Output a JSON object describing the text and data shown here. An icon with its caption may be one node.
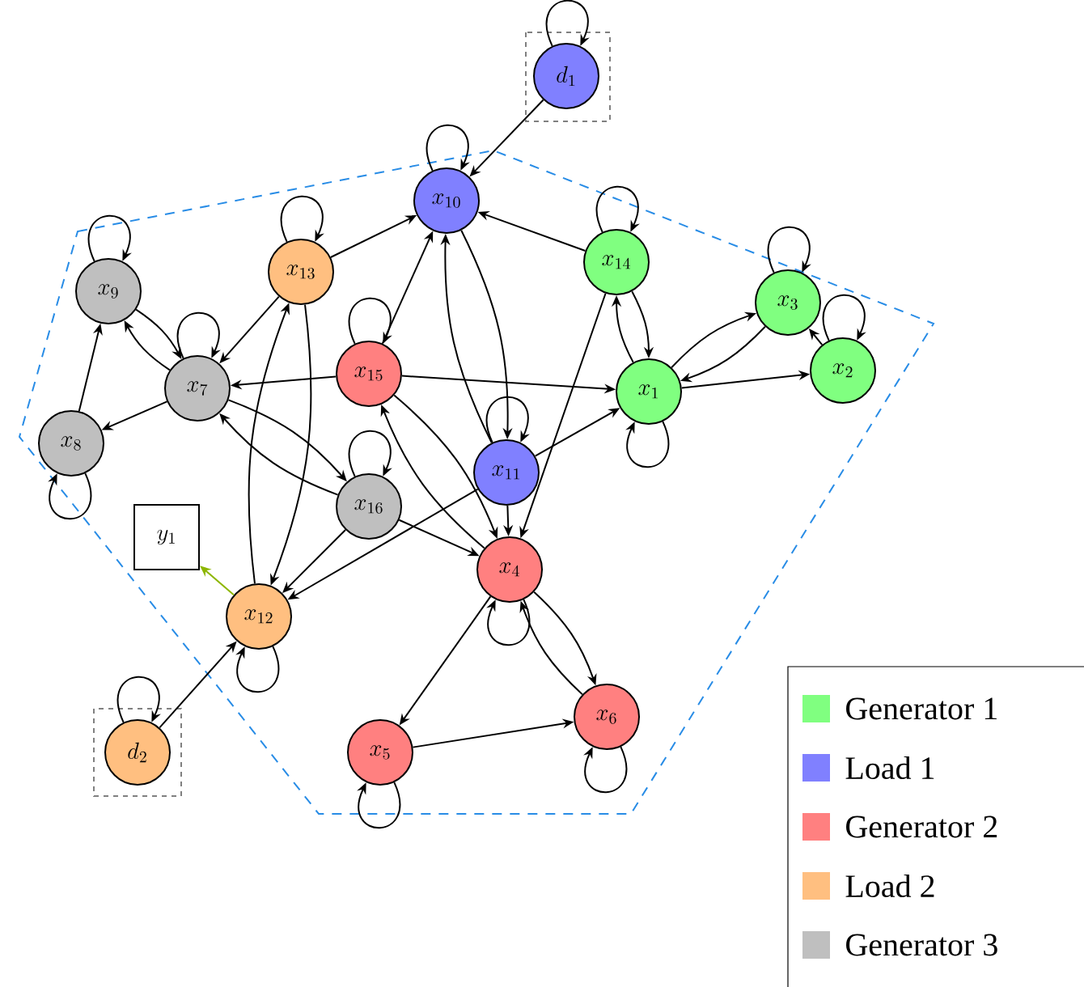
{
  "diagram": {
    "nodes": [
      {
        "text": [
          "d_1"
        ]
      },
      {
        "text": [
          "x_{10}"
        ]
      },
      {
        "text": [
          "x_{14}"
        ]
      },
      {
        "text": [
          "x_3"
        ]
      },
      {
        "text": [
          "x_2"
        ]
      },
      {
        "text": [
          "x_1"
        ]
      },
      {
        "text": [
          "x_{13}"
        ]
      },
      {
        "text": [
          "x_9"
        ]
      },
      {
        "text": [
          "x_7"
        ]
      },
      {
        "text": [
          "x_{15}"
        ]
      },
      {
        "text": [
          "x_8"
        ]
      },
      {
        "text": [
          "x_{11}"
        ]
      },
      {
        "text": [
          "x_{16}"
        ]
      },
      {
        "text": [
          "x_4"
        ]
      },
      {
        "text": [
          "y_1"
        ]
      },
      {
        "text": [
          "x_{12}"
        ]
      },
      {
        "text": [
          "d_2"
        ]
      },
      {
        "text": [
          "x_5"
        ]
      },
      {
        "text": [
          "x_6"
        ]
      }
    ],
    "edges": [
      {
        "from": 0,
        "to": 0,
        "arrow": "to"
      },
      {
        "from": 1,
        "to": 1,
        "arrow": "to"
      },
      {
        "from": 2,
        "to": 2,
        "arrow": "to"
      },
      {
        "from": 3,
        "to": 3,
        "arrow": "to"
      },
      {
        "from": 4,
        "to": 4,
        "arrow": "to"
      },
      {
        "from": 5,
        "to": 5,
        "arrow": "to"
      },
      {
        "from": 6,
        "to": 6,
        "arrow": "to"
      },
      {
        "from": 7,
        "to": 7,
        "arrow": "to"
      },
      {
        "from": 8,
        "to": 8,
        "arrow": "to"
      },
      {
        "from": 9,
        "to": 9,
        "arrow": "to"
      },
      {
        "from": 10,
        "to": 10,
        "arrow": "to"
      },
      {
        "from": 11,
        "to": 11,
        "arrow": "to"
      },
      {
        "from": 12,
        "to": 12,
        "arrow": "to"
      },
      {
        "from": 13,
        "to": 13,
        "arrow": "to"
      },
      {
        "from": 15,
        "to": 15,
        "arrow": "to"
      },
      {
        "from": 16,
        "to": 16,
        "arrow": "to"
      },
      {
        "from": 17,
        "to": 17,
        "arrow": "to"
      },
      {
        "from": 18,
        "to": 18,
        "arrow": "to"
      },
      {
        "from": 0,
        "to": 1,
        "arrow": "to"
      },
      {
        "from": 6,
        "to": 1,
        "arrow": "to"
      },
      {
        "from": 6,
        "to": 8,
        "arrow": "to"
      },
      {
        "from": 6,
        "to": 15,
        "arrow": "to"
      },
      {
        "from": 15,
        "to": 6,
        "arrow": "to"
      },
      {
        "from": 7,
        "to": 8,
        "arrow": "to"
      },
      {
        "from": 8,
        "to": 7,
        "arrow": "to"
      },
      {
        "from": 10,
        "to": 7,
        "arrow": "to"
      },
      {
        "from": 8,
        "to": 10,
        "arrow": "to"
      },
      {
        "from": 9,
        "to": 8,
        "arrow": "to"
      },
      {
        "from": 9,
        "to": 1,
        "arrow": "to"
      },
      {
        "from": 9,
        "to": 5,
        "arrow": "to"
      },
      {
        "from": 9,
        "to": 13,
        "arrow": "to"
      },
      {
        "from": 13,
        "to": 9,
        "arrow": "to"
      },
      {
        "from": 8,
        "to": 12,
        "arrow": "to"
      },
      {
        "from": 12,
        "to": 8,
        "arrow": "to"
      },
      {
        "from": 1,
        "to": 11,
        "arrow": "to"
      },
      {
        "from": 11,
        "to": 1,
        "arrow": "to"
      },
      {
        "from": 2,
        "to": 1,
        "arrow": "to"
      },
      {
        "from": 2,
        "to": 5,
        "arrow": "to"
      },
      {
        "from": 5,
        "to": 2,
        "arrow": "to"
      },
      {
        "from": 2,
        "to": 13,
        "arrow": "to"
      },
      {
        "from": 5,
        "to": 3,
        "arrow": "to"
      },
      {
        "from": 3,
        "to": 5,
        "arrow": "to"
      },
      {
        "from": 4,
        "to": 3,
        "arrow": "to"
      },
      {
        "from": 5,
        "to": 4,
        "arrow": "to"
      },
      {
        "from": 11,
        "to": 5,
        "arrow": "to"
      },
      {
        "from": 11,
        "to": 13,
        "arrow": "to"
      },
      {
        "from": 11,
        "to": 15,
        "arrow": "to"
      },
      {
        "from": 12,
        "to": 15,
        "arrow": "to"
      },
      {
        "from": 12,
        "to": 13,
        "arrow": "to"
      },
      {
        "from": 15,
        "to": 14,
        "arrow": "to",
        "color": "#8db600"
      },
      {
        "from": 16,
        "to": 15,
        "arrow": "to"
      },
      {
        "from": 13,
        "to": 17,
        "arrow": "to"
      },
      {
        "from": 13,
        "to": 18,
        "arrow": "to"
      },
      {
        "from": 18,
        "to": 13,
        "arrow": "to"
      },
      {
        "from": 17,
        "to": 18,
        "arrow": "to"
      }
    ],
    "legend": [
      {
        "text": "Generator 1",
        "color": "#80ff80"
      },
      {
        "text": "Load 1",
        "color": "#8080ff"
      },
      {
        "text": "Generator 2",
        "color": "#ff8080"
      },
      {
        "text": "Load 2",
        "color": "#ffbf80"
      },
      {
        "text": "Generator 3",
        "color": "#bfbfbf"
      }
    ]
  }
}
